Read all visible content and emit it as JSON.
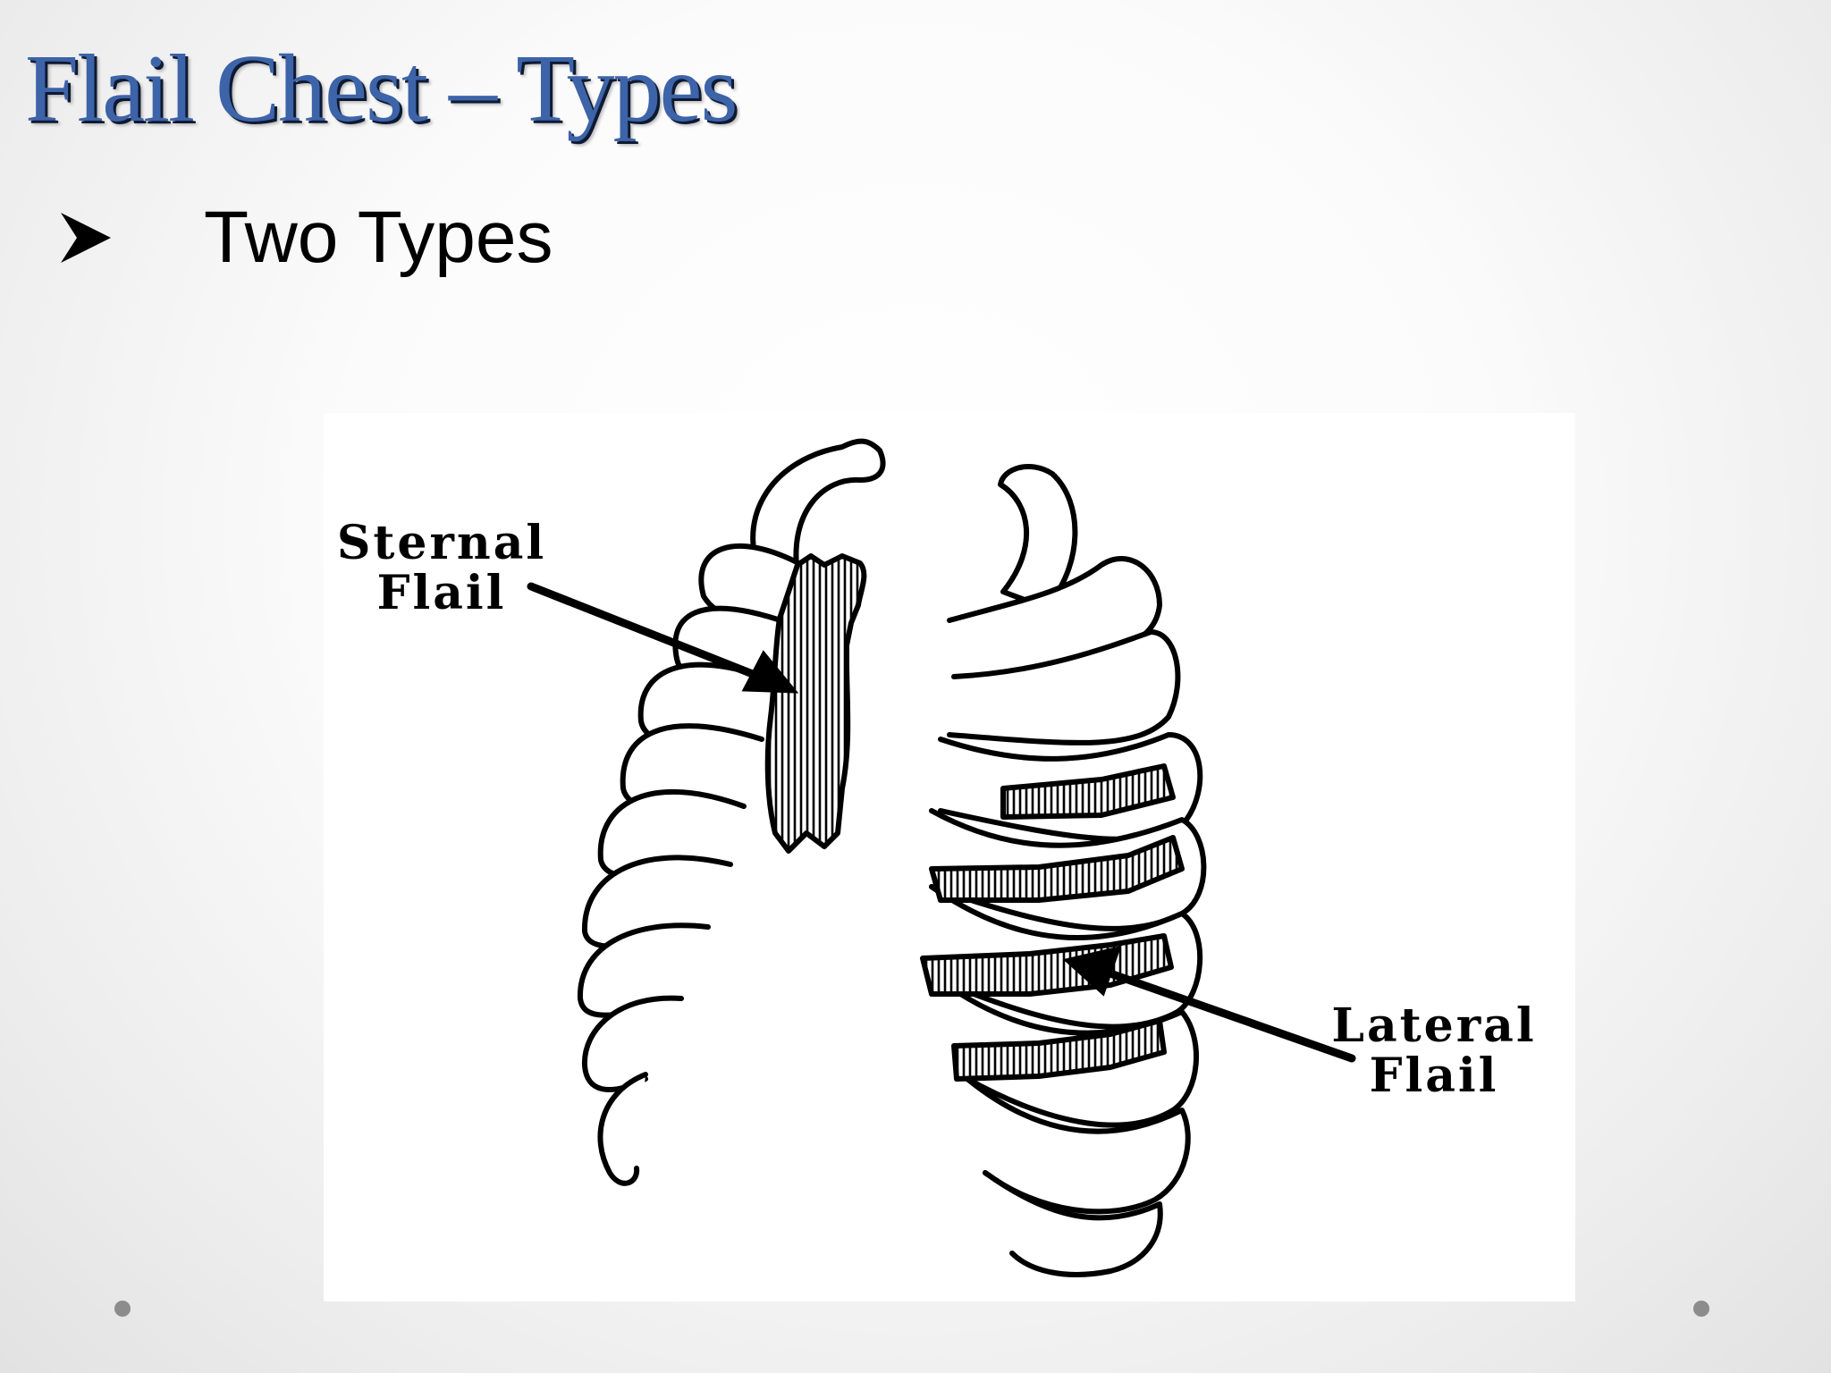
{
  "slide": {
    "title": "Flail Chest – Types",
    "bullets": [
      {
        "text": "Two Types",
        "icon": "arrowhead-bullet-icon"
      }
    ]
  },
  "figure": {
    "labels": {
      "sternal_line1": "Sternal",
      "sternal_line2": "Flail",
      "lateral_line1": "Lateral",
      "lateral_line2": "Flail"
    }
  },
  "colors": {
    "title": "#3d63a8",
    "title_shadow": "#0e1a33",
    "nav_dot": "#8c8c8c"
  }
}
